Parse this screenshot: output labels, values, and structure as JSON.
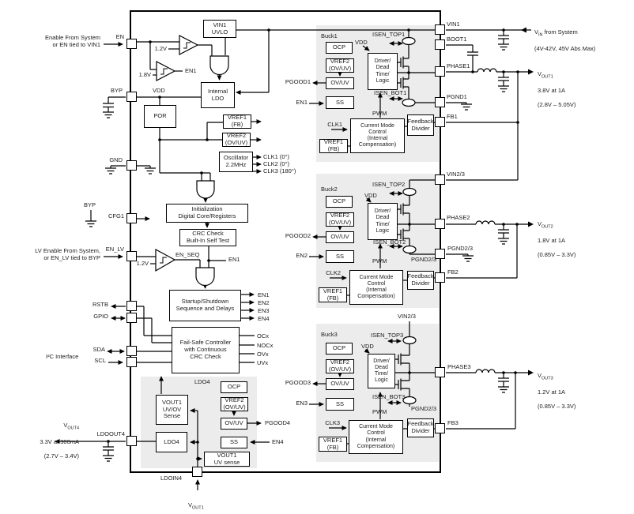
{
  "colors": {
    "section_bg": "#ececec",
    "line": "#000000"
  },
  "annotations": {
    "enable_en": "Enable From System\nor EN tied to VIN1",
    "enable_lv": "LV Enable From System,\nor EN_LV tied to BYP",
    "i2c": "I²C Interface",
    "byp_ref": "BYP",
    "vin_sys": {
      "v": "V",
      "sub": "IN",
      "rest": " from System",
      "line2": "(4V-42V, 45V Abs Max)"
    },
    "vout1": {
      "v": "V",
      "sub": "OUT1",
      "line2": "3.8V at 1A",
      "line3": "(2.8V – 5.05V)"
    },
    "vout2": {
      "v": "V",
      "sub": "OUT2",
      "line2": "1.8V at 1A",
      "line3": "(0.85V – 3.3V)"
    },
    "vout3": {
      "v": "V",
      "sub": "OUT3",
      "line2": "1.2V at 1A",
      "line3": "(0.85V – 3.3V)"
    },
    "vout4": {
      "v": "V",
      "sub": "OUT4",
      "line2": "3.3V at 300mA",
      "line3": "(2.7V – 3.4V)"
    },
    "vout1_bottom": {
      "v": "V",
      "sub": "OUT1"
    }
  },
  "pins": {
    "en": "EN",
    "byp": "BYP",
    "gnd": "GND",
    "cfg1": "CFG1",
    "en_lv": "EN_LV",
    "rstb": "RSTB",
    "gpio": "GPIO",
    "sda": "SDA",
    "scl": "SCL",
    "ldoout4": "LDOOUT4",
    "ldoin4": "LDOIN4",
    "vin1": "VIN1",
    "boot1": "BOOT1",
    "phase1": "PHASE1",
    "pgnd1": "PGND1",
    "fb1": "FB1",
    "vin23": "VIN2/3",
    "phase2": "PHASE2",
    "pgnd23": "PGND2/3",
    "fb2": "FB2",
    "phase3": "PHASE3",
    "fb3": "FB3"
  },
  "core": {
    "vin1_uvlo": "VIN1\nUVLO",
    "th12a": "1.2V",
    "th18": "1.8V",
    "en1_cmp": "EN1",
    "internal_ldo": "Internal\nLDO",
    "vdd": "VDD",
    "por": "POR",
    "vref1": "VREF1\n(FB)",
    "vref2": "VREF2\n(OV/UV)",
    "osc": "Oscillator\n2.2MHz",
    "clk1": "CLK1 (0°)",
    "clk2": "CLK2 (0°)",
    "clk3": "CLK3 (180°)",
    "init": "Initialization\nDigital Core/Registers",
    "crc": "CRC Check\nBuilt-In Self Test",
    "th12b": "1.2V",
    "en_seq": "EN_SEQ",
    "en1_and": "EN1",
    "startup": "Startup/Shutdown\nSequence and Delays",
    "en_out": [
      "EN1",
      "EN2",
      "EN3",
      "EN4"
    ],
    "failsafe": "Fail-Safe Controller\nwith Continuous\nCRC Check",
    "fault_out": [
      "OCx",
      "NOCx",
      "OVx",
      "UVx"
    ]
  },
  "bucks": [
    {
      "title": "Buck1",
      "ocp": "OCP",
      "vref2": "VREF2\n(OV/UV)",
      "ovuv": "OV/UV",
      "pgood": "PGOOD1",
      "ss": "SS",
      "en": "EN1",
      "vdd": "VDD",
      "isen_top": "ISEN_TOP1",
      "isen_bot": "ISEN_BOT1",
      "driver": "Driver/\nDead\nTime/\nLogic",
      "pwm": "PWM",
      "clk": "CLK1",
      "cmc": "Current Mode\nControl\n(Internal\nCompensation)",
      "vref1": "VREF1\n(FB)",
      "fbdiv": "Feedback\nDivider"
    },
    {
      "title": "Buck2",
      "ocp": "OCP",
      "vref2": "VREF2\n(OV/UV)",
      "ovuv": "OV/UV",
      "pgood": "PGOOD2",
      "ss": "SS",
      "en": "EN2",
      "vdd": "VDD",
      "isen_top": "ISEN_TOP2",
      "isen_bot": "ISEN_BOT2",
      "driver": "Driver/\nDead\nTime/\nLogic",
      "pwm": "PWM",
      "clk": "CLK2",
      "pgnd": "PGND2/3",
      "cmc": "Current Mode\nControl\n(Internal\nCompensation)",
      "vref1": "VREF1\n(FB)",
      "fbdiv": "Feedback\nDivider"
    },
    {
      "title": "Buck3",
      "vin_top": "VIN2/3",
      "ocp": "OCP",
      "vref2": "VREF2\n(OV/UV)",
      "ovuv": "OV/UV",
      "pgood": "PGOOD3",
      "ss": "SS",
      "en": "EN3",
      "vdd": "VDD",
      "isen_top": "ISEN_TOP3",
      "isen_bot": "ISEN_BOT3",
      "driver": "Driver/\nDead\nTime/\nLogic",
      "pwm": "PWM",
      "clk": "CLK3",
      "pgnd": "PGND2/3",
      "cmc": "Current Mode\nControl\n(Internal\nCompensation)",
      "vref1": "VREF1\n(FB)",
      "fbdiv": "Feedback\nDivider"
    }
  ],
  "ldo4": {
    "title": "LDO4",
    "ocp": "OCP",
    "vref2": "VREF2\n(OV/UV)",
    "ovuv": "OV/UV",
    "pgood": "PGOOD4",
    "ss": "SS",
    "en": "EN4",
    "sense": "VOUT1\nUV/OV\nSense",
    "ldo": "LDO4",
    "uv_sense": "VOUT1\nUV sense"
  }
}
